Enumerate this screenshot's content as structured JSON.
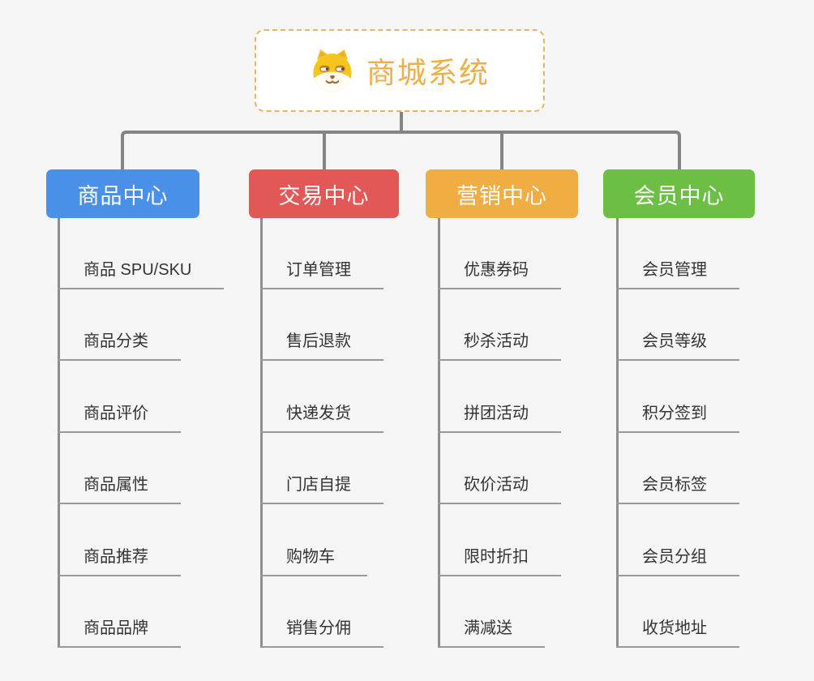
{
  "root": {
    "title": "商城系统",
    "icon": "dog-icon",
    "text_color": "#F0AE49",
    "border_color": "#EBB366"
  },
  "branches": [
    {
      "label": "商品中心",
      "color": "#4B90E8",
      "children": [
        "商品 SPU/SKU",
        "商品分类",
        "商品评价",
        "商品属性",
        "商品推荐",
        "商品品牌"
      ]
    },
    {
      "label": "交易中心",
      "color": "#E25856",
      "children": [
        "订单管理",
        "售后退款",
        "快递发货",
        "门店自提",
        "购物车",
        "销售分佣"
      ]
    },
    {
      "label": "营销中心",
      "color": "#EFAD43",
      "children": [
        "优惠券码",
        "秒杀活动",
        "拼团活动",
        "砍价活动",
        "限时折扣",
        "满减送"
      ]
    },
    {
      "label": "会员中心",
      "color": "#6CBE45",
      "children": [
        "会员管理",
        "会员等级",
        "积分签到",
        "会员标签",
        "会员分组",
        "收货地址"
      ]
    }
  ],
  "colors": {
    "background": "#F5F5F5",
    "connector": "#848484",
    "leaf_underline": "#999999",
    "leaf_text": "#333333"
  }
}
